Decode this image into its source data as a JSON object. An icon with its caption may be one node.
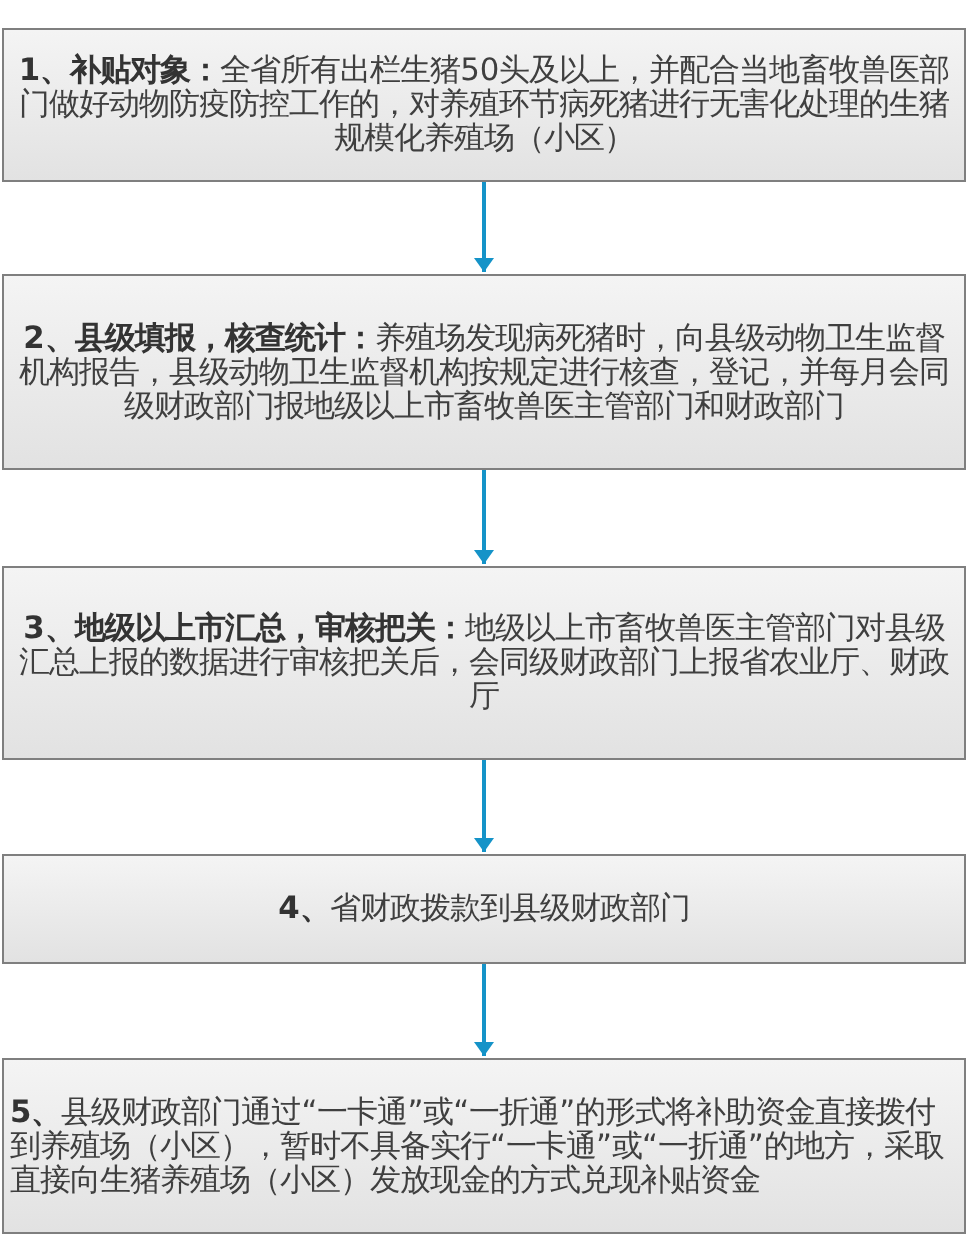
{
  "diagram": {
    "nodes": [
      {
        "text": [
          "**1、补贴对象：**全省所有出栏生猪50头及以上，并配合当地畜牧兽医部门做好动物防疫防控工作的，对养殖环节病死猪进行无害化处理的生猪规模化养殖场（小区）"
        ]
      },
      {
        "text": [
          "**2、县级填报，核查统计：**养殖场发现病死猪时，向县级动物卫生监督机构报告，县级动物卫生监督机构按规定进行核查，登记，并每月会同级财政部门报地级以上市畜牧兽医主管部门和财政部门"
        ]
      },
      {
        "text": [
          "**3、地级以上市汇总，审核把关：**地级以上市畜牧兽医主管部门对县级汇总上报的数据进行审核把关后，会同级财政部门上报省农业厅、财政厅"
        ]
      },
      {
        "text": [
          "**4、**省财政拨款到县级财政部门"
        ]
      },
      {
        "text": [
          "**5、**县级财政部门通过“一卡通”或“一折通”的形式将补助资金直接拨付到养殖场（小区），暂时不具备实行“一卡通”或“一折通”的地方，采取直接向生猪养殖场（小区）发放现金的方式兑现补贴资金"
        ]
      }
    ],
    "edges": [
      {
        "from": 0,
        "to": 1,
        "arrow": "to"
      },
      {
        "from": 1,
        "to": 2,
        "arrow": "to"
      },
      {
        "from": 2,
        "to": 3,
        "arrow": "to"
      },
      {
        "from": 3,
        "to": 4,
        "arrow": "to"
      }
    ]
  }
}
